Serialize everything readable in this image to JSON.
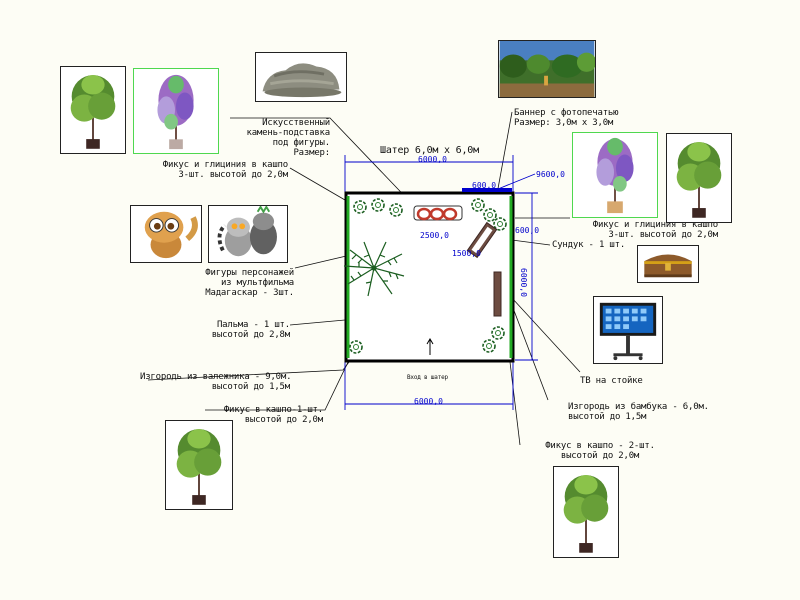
{
  "tent": {
    "title": "Шатер 6,0м х 6,0м",
    "dim_top": "6000,0",
    "dim_bottom": "6000,0",
    "dim_right": "6000,0",
    "entrance": "Вход в шатер"
  },
  "dimensions": {
    "d600_top": "600,0",
    "d600_right": "600,0",
    "d9600": "9600,0",
    "d2500": "2500,0",
    "d1500": "1500,0"
  },
  "labels": {
    "stone": "Искусственный\nкамень-подставка\nпод фигуры.\nРазмер:",
    "banner": "Баннер с фотопечатью\nРазмер: 3,0м х 3,0м",
    "ficus_wisteria_left": "Фикус и глициния в кашпо\n3-шт. высотой до 2,0м",
    "ficus_wisteria_right": "Фикус и глициния в кашпо\n3-шт. высотой до 2,0м",
    "chest": "Сундук - 1 шт.",
    "figures": "Фигуры персонажей\nиз мультфильма\nМадагаскар - 3шт.",
    "palm": "Пальма - 1 шт.\nвысотой до 2,8м",
    "fence_left": "Изгородь из валежника - 9,0м.\nвысотой до 1,5м",
    "ficus_one": "Фикус в кашпо-1-шт.\nвысотой до 2,0м",
    "tv": "ТВ на стойке",
    "fence_bamboo": "Изгородь из бамбука - 6,0м.\nвысотой до 1,5м",
    "ficus_two": "Фикус в кашпо - 2-шт.\nвысотой до 2,0м"
  },
  "colors": {
    "dimension": "#0000cc",
    "fence": "#22aa22",
    "frame_highlight": "#4fd84f",
    "plant_leaf": "#2e7d32",
    "wisteria": "#9c6bc4"
  }
}
